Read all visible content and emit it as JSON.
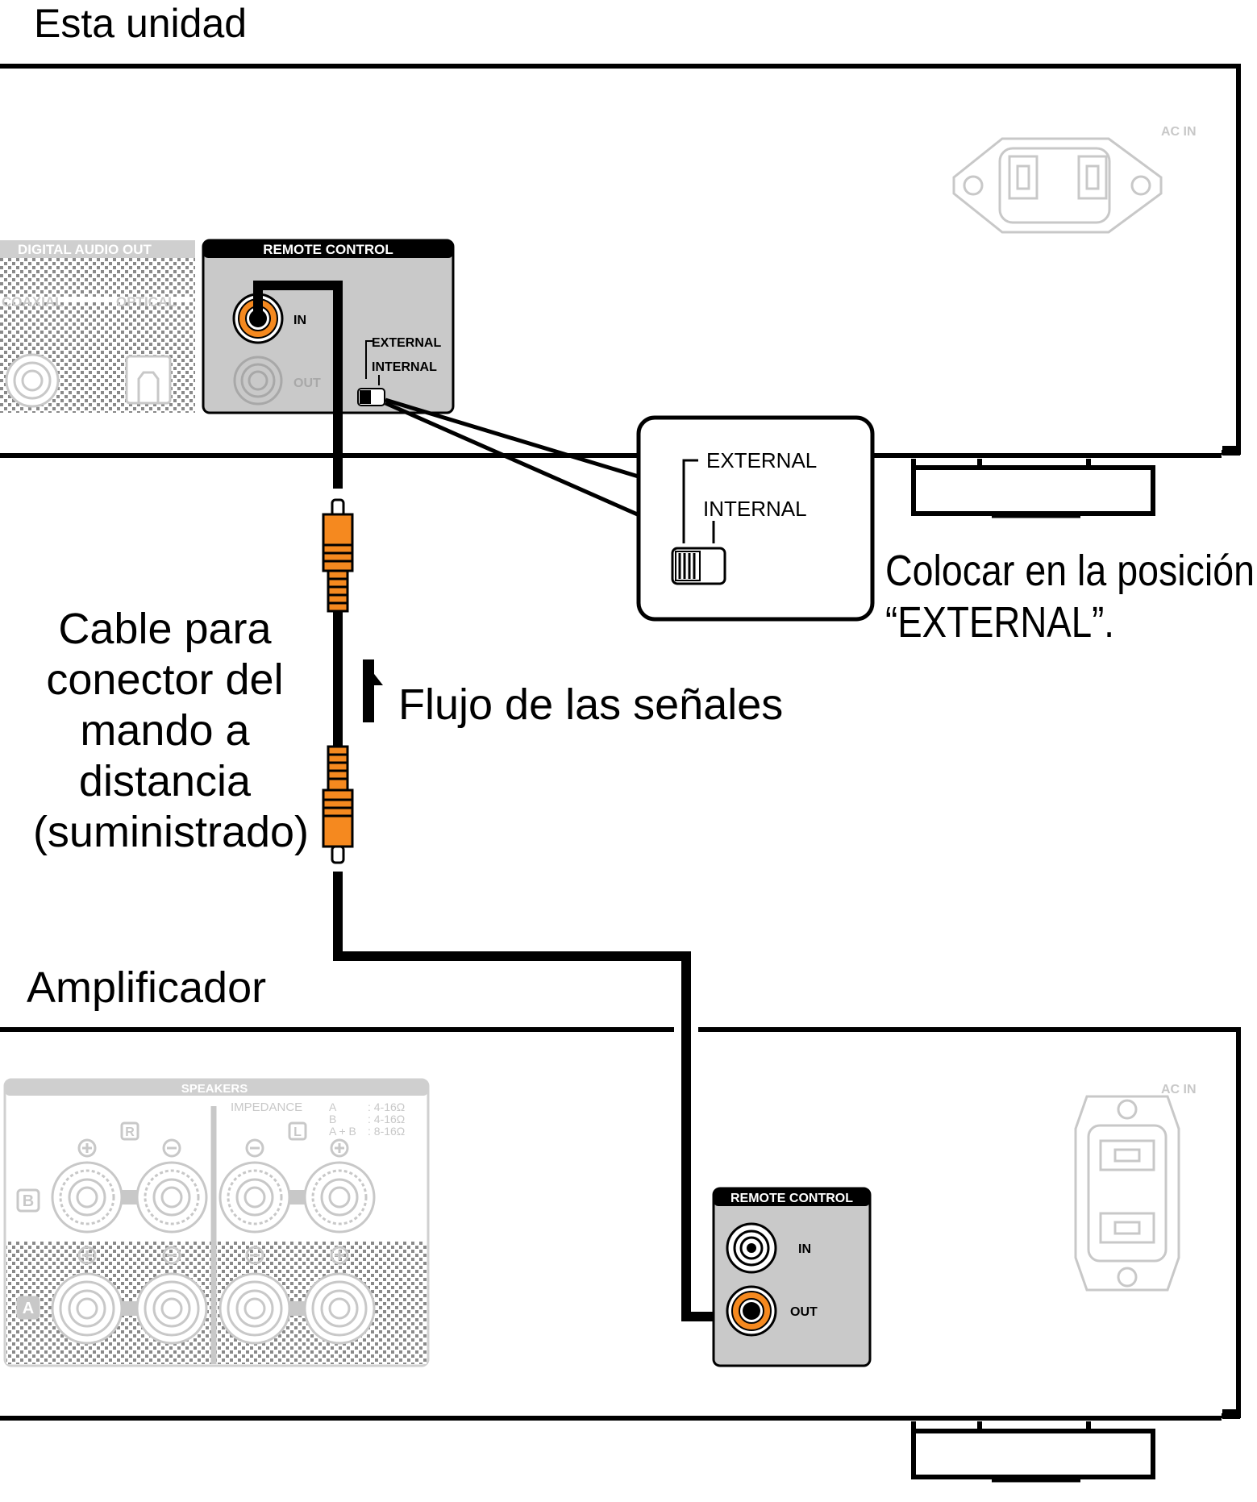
{
  "unit": {
    "heading": "Esta unidad",
    "ac_in": "AC IN",
    "digital_audio_out": "DIGITAL AUDIO OUT",
    "coaxial": "COAXIAL",
    "optical": "OPTICAL",
    "remote_control_title": "REMOTE CONTROL",
    "in_label": "IN",
    "out_label": "OUT",
    "switch_external": "EXTERNAL",
    "switch_internal": "INTERNAL"
  },
  "callout": {
    "external": "EXTERNAL",
    "internal": "INTERNAL",
    "instruction_line1": "Colocar en la posición",
    "instruction_line2": "“EXTERNAL”."
  },
  "cable": {
    "label_lines": [
      "Cable para",
      "conector del",
      "mando a",
      "distancia",
      "(suministrado)"
    ],
    "signal_flow": "Flujo de las señales"
  },
  "amplifier": {
    "heading": "Amplificador",
    "ac_in": "AC IN",
    "remote_control_title": "REMOTE CONTROL",
    "in_label": "IN",
    "out_label": "OUT",
    "speakers_title": "SPEAKERS",
    "impedance_label": "IMPEDANCE",
    "impedance_a": "A",
    "impedance_b": "B",
    "impedance_ab": "A + B",
    "impedance_a_value": ":  4-16Ω",
    "impedance_b_value": ":  4-16Ω",
    "impedance_ab_value": ":  8-16Ω",
    "right_marker": "R",
    "left_marker": "L",
    "row_b": "B",
    "row_a": "A"
  },
  "colors": {
    "connector_orange": "#f5891f",
    "panel_gray": "#c9c9c9",
    "faded_gray": "#c8c8c8",
    "outline": "#000000"
  }
}
